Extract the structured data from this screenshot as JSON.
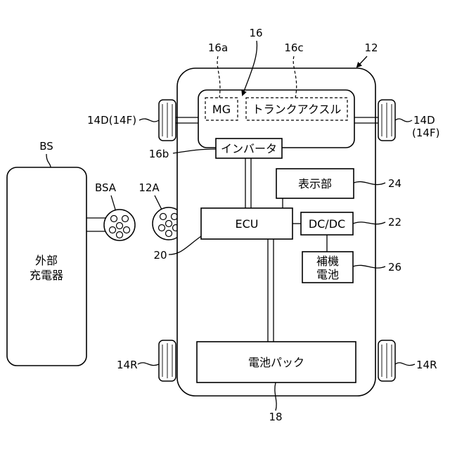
{
  "charger": {
    "ref": "BS",
    "connector_ref": "BSA",
    "label_line1": "外部",
    "label_line2": "充電器"
  },
  "vehicle": {
    "ref": "12",
    "inlet_ref": "12A"
  },
  "transaxle": {
    "ref": "16",
    "mg_ref": "16a",
    "mg_label": "MG",
    "axle_ref": "16c",
    "axle_label": "トランクアクスル",
    "inverter_ref": "16b",
    "inverter_label": "インバータ"
  },
  "ecu": {
    "label": "ECU",
    "ref": "20"
  },
  "display": {
    "label": "表示部",
    "ref": "24"
  },
  "dcdc": {
    "label": "DC/DC",
    "ref": "22"
  },
  "aux_battery": {
    "label_line1": "補機",
    "label_line2": "電池",
    "ref": "26"
  },
  "battery_pack": {
    "label": "電池パック",
    "ref": "18"
  },
  "wheels": {
    "front_left": "14D(14F)",
    "front_right_line1": "14D",
    "front_right_line2": "(14F)",
    "rear_left": "14R",
    "rear_right": "14R"
  }
}
